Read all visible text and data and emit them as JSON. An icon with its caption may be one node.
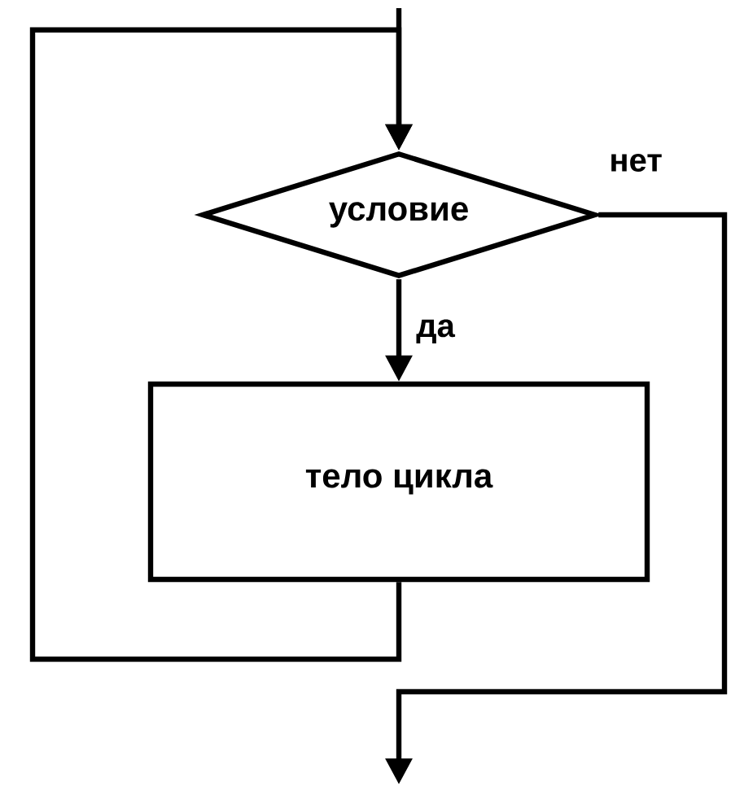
{
  "diagram": {
    "nodes": [
      {
        "text": [
          "условие"
        ]
      },
      {
        "text": [
          "тело цикла"
        ]
      }
    ],
    "edges": [
      {
        "from": null,
        "to": 0,
        "arrow": "to"
      },
      {
        "from": 0,
        "to": 1,
        "arrow": "to",
        "label": "да"
      },
      {
        "from": 1,
        "to": 0,
        "arrow": "to"
      },
      {
        "from": 0,
        "to": null,
        "arrow": "to",
        "label": "нет"
      }
    ]
  }
}
